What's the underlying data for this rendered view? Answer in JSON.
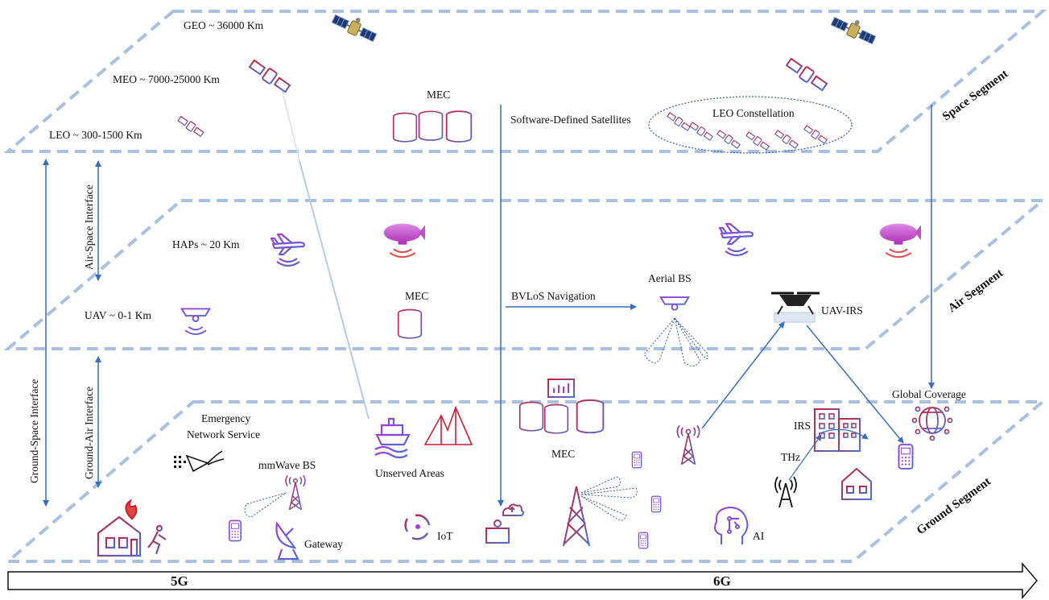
{
  "colors": {
    "plane_border": "#a9c0e0",
    "arrow": "#3a6cc0",
    "icon_blue": "#4a6fd8",
    "icon_purple": "#a23bd6",
    "icon_red": "#c8203a",
    "icon_magenta": "#c83ab0",
    "satellite_gold": "#9a7f2a"
  },
  "segments": {
    "space": "Space Segment",
    "air": "Air Segment",
    "ground": "Ground Segment"
  },
  "interfaces": {
    "ground_space": "Ground-Space Interface",
    "air_space": "Air-Space Interface",
    "ground_air": "Ground-Air Interface"
  },
  "space_layer": {
    "geo": "GEO ~ 36000 Km",
    "meo": "MEO ~ 7000-25000 Km",
    "leo": "LEO ~ 300-1500 Km",
    "mec": "MEC",
    "sds": "Software-Defined Satellites",
    "leo_constellation": "LEO Constellation"
  },
  "air_layer": {
    "haps": "HAPs ~ 20 Km",
    "uav": "UAV ~ 0-1 Km",
    "mec": "MEC",
    "bvlos": "BVLoS Navigation",
    "aerial_bs": "Aerial BS",
    "uav_irs": "UAV-IRS"
  },
  "ground_layer": {
    "emergency": [
      "Emergency",
      "Network Service"
    ],
    "mmwave": "mmWave BS",
    "unserved": "Unserved Areas",
    "mec": "MEC",
    "gateway": "Gateway",
    "iot": "IoT",
    "ai": "AI",
    "irs": "IRS",
    "thz": "THz",
    "global_coverage": "Global Coverage"
  },
  "timeline": {
    "start": "5G",
    "end": "6G"
  },
  "icons": [
    "satellite-icon",
    "airship-icon",
    "airplane-icon",
    "drone-icon",
    "database-stack-icon",
    "cell-tower-icon",
    "phone-icon",
    "house-icon",
    "ship-icon",
    "mountain-icon",
    "globe-icon",
    "ai-head-icon",
    "laptop-cloud-icon",
    "satellite-dish-icon"
  ]
}
